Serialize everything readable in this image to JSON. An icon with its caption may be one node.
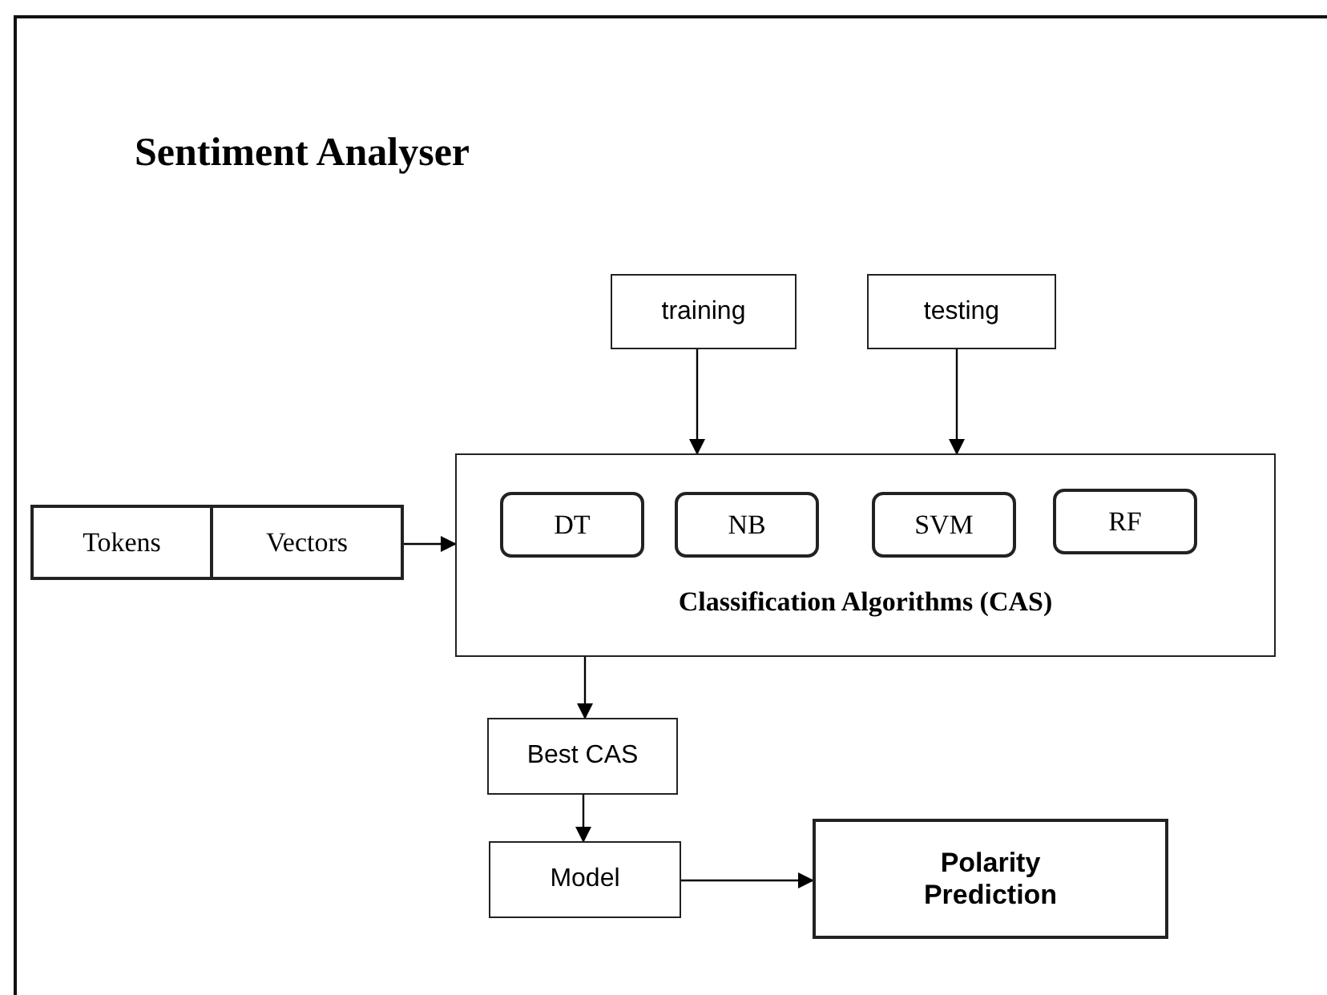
{
  "diagram": {
    "title": "Sentiment Analyser",
    "nodes": [
      {
        "text": [
          "training"
        ]
      },
      {
        "text": [
          "testing"
        ]
      },
      {
        "text": [
          "Tokens"
        ]
      },
      {
        "text": [
          "Vectors"
        ]
      },
      {
        "text": [
          "Classification Algorithms (CAS)"
        ]
      },
      {
        "text": [
          "DT"
        ],
        "in": 4
      },
      {
        "text": [
          "NB"
        ],
        "in": 4
      },
      {
        "text": [
          "SVM"
        ],
        "in": 4
      },
      {
        "text": [
          "RF"
        ],
        "in": 4
      },
      {
        "text": [
          "Best CAS"
        ]
      },
      {
        "text": [
          "Model"
        ]
      },
      {
        "text": [
          "Polarity Prediction"
        ]
      }
    ],
    "edges": [
      {
        "from": 0,
        "to": 4,
        "arrow": "to"
      },
      {
        "from": 1,
        "to": 4,
        "arrow": "to"
      },
      {
        "from": 3,
        "to": 4,
        "arrow": "to"
      },
      {
        "from": 4,
        "to": 9,
        "arrow": "to"
      },
      {
        "from": 9,
        "to": 10,
        "arrow": "to"
      },
      {
        "from": 10,
        "to": 11,
        "arrow": "to"
      }
    ]
  }
}
